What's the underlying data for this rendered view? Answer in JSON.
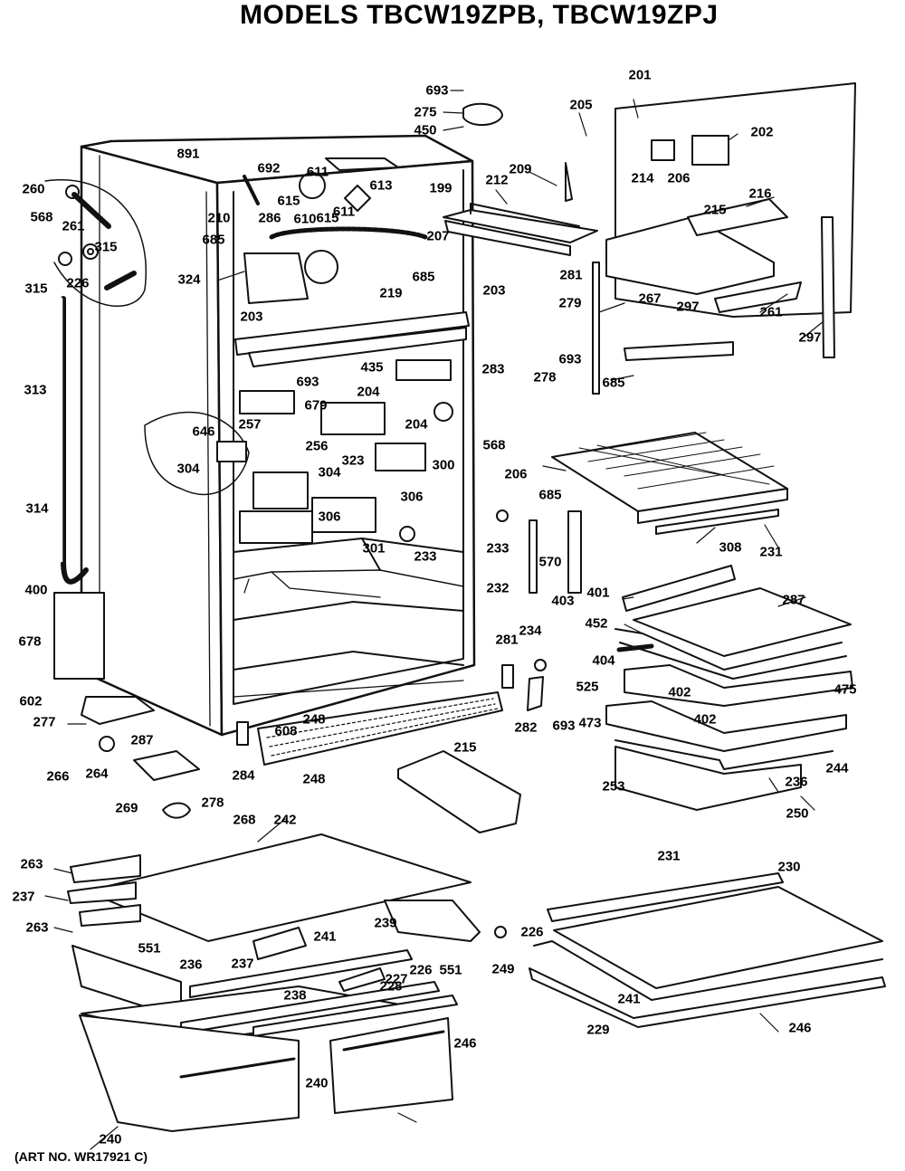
{
  "header": {
    "title": "MODELS TBCW19ZPB, TBCW19ZPJ"
  },
  "footer": {
    "art_no": "(ART NO. WR17921 C)"
  },
  "part_labels": [
    "693",
    "275",
    "450",
    "201",
    "205",
    "202",
    "891",
    "692",
    "611",
    "199",
    "209",
    "212",
    "214",
    "206",
    "260",
    "615",
    "610",
    "613",
    "611",
    "568",
    "210",
    "286",
    "615",
    "216",
    "215",
    "685",
    "261",
    "324",
    "685",
    "207",
    "315",
    "315",
    "226",
    "281",
    "219",
    "279",
    "203",
    "203",
    "267",
    "261",
    "297",
    "297",
    "693",
    "435",
    "283",
    "278",
    "693",
    "685",
    "313",
    "204",
    "257",
    "679",
    "204",
    "568",
    "646",
    "256",
    "304",
    "323",
    "300",
    "304",
    "306",
    "206",
    "308",
    "685",
    "570",
    "233",
    "231",
    "314",
    "306",
    "301",
    "233",
    "232",
    "403",
    "401",
    "287",
    "400",
    "452",
    "281",
    "234",
    "404",
    "678",
    "402",
    "475",
    "525",
    "402",
    "602",
    "473",
    "282",
    "693",
    "277",
    "284",
    "248",
    "608",
    "244",
    "236",
    "287",
    "248",
    "215",
    "266",
    "264",
    "253",
    "250",
    "269",
    "278",
    "268",
    "242",
    "263",
    "231",
    "230",
    "237",
    "226",
    "263",
    "239",
    "249",
    "551",
    "551",
    "236",
    "237",
    "241",
    "238",
    "227",
    "241",
    "226",
    "229",
    "228",
    "246",
    "246",
    "240",
    "240"
  ]
}
